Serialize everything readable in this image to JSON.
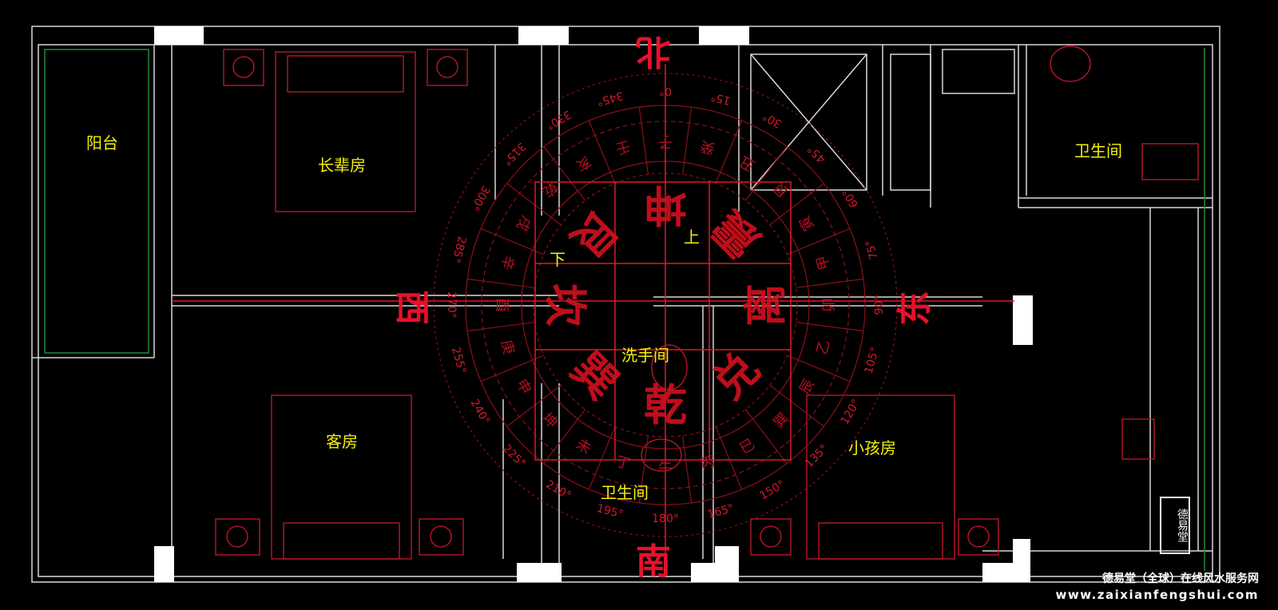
{
  "rooms": {
    "balcony": "阳台",
    "elder_room": "长辈房",
    "guest_room": "客房",
    "stairs_down": "下",
    "stairs_up": "上",
    "washroom": "洗手间",
    "bathroom_center": "卫生间",
    "child_room": "小孩房",
    "bathroom_right": "卫生间"
  },
  "directions": {
    "north": "北",
    "south": "南",
    "east": "东",
    "west": "西"
  },
  "compass": {
    "degrees": [
      "0",
      "15",
      "30",
      "45",
      "60",
      "75",
      "90",
      "105",
      "120",
      "135",
      "150",
      "165",
      "180",
      "195",
      "210",
      "225",
      "240",
      "255",
      "270",
      "285",
      "300",
      "315",
      "330",
      "345"
    ],
    "mountains": [
      "子",
      "癸",
      "丑",
      "艮",
      "寅",
      "甲",
      "卯",
      "乙",
      "辰",
      "巽",
      "巳",
      "丙",
      "午",
      "丁",
      "未",
      "坤",
      "申",
      "庚",
      "酉",
      "辛",
      "戌",
      "乾",
      "亥",
      "壬"
    ],
    "trigrams": [
      "坤",
      "震",
      "离",
      "兑",
      "乾",
      "巽",
      "坎",
      "艮"
    ]
  },
  "watermark": {
    "seal": "德易堂",
    "line1": "德易堂（全球）在线风水服务网",
    "line2": "www.zaixianfengshui.com"
  },
  "colors": {
    "wall": "#d8d8d8",
    "cad_red": "#c8182a",
    "label": "#f4f10a",
    "green": "#1f8a3a"
  }
}
